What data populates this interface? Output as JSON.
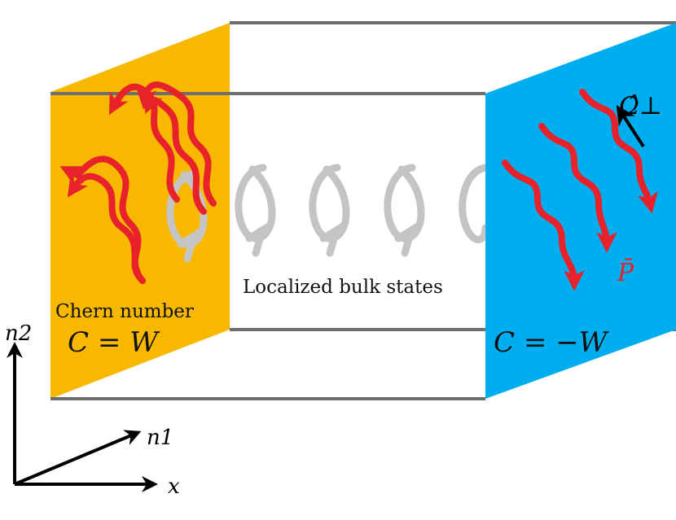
{
  "colors": {
    "left_face": "#f9b800",
    "right_face": "#00adef",
    "box_edge": "#6e6e6e",
    "edge_state": "#e8222a",
    "bulk_state": "#c4c4c4",
    "axis": "#000000",
    "p_bar_label": "#e8222a"
  },
  "labels": {
    "left_face_title": "Chern number",
    "left_face_chern": "C = W",
    "right_face_chern": "C = −W",
    "bulk": "Localized bulk states",
    "omega": "Ω̂⊥",
    "p_bar": "P̄"
  },
  "axes": {
    "vertical": "n2",
    "diagonal": "n1",
    "horizontal": "x"
  },
  "icons": {
    "edge_state": "wavy-arrow-icon",
    "bulk_state": "loop-arrow-icon"
  }
}
